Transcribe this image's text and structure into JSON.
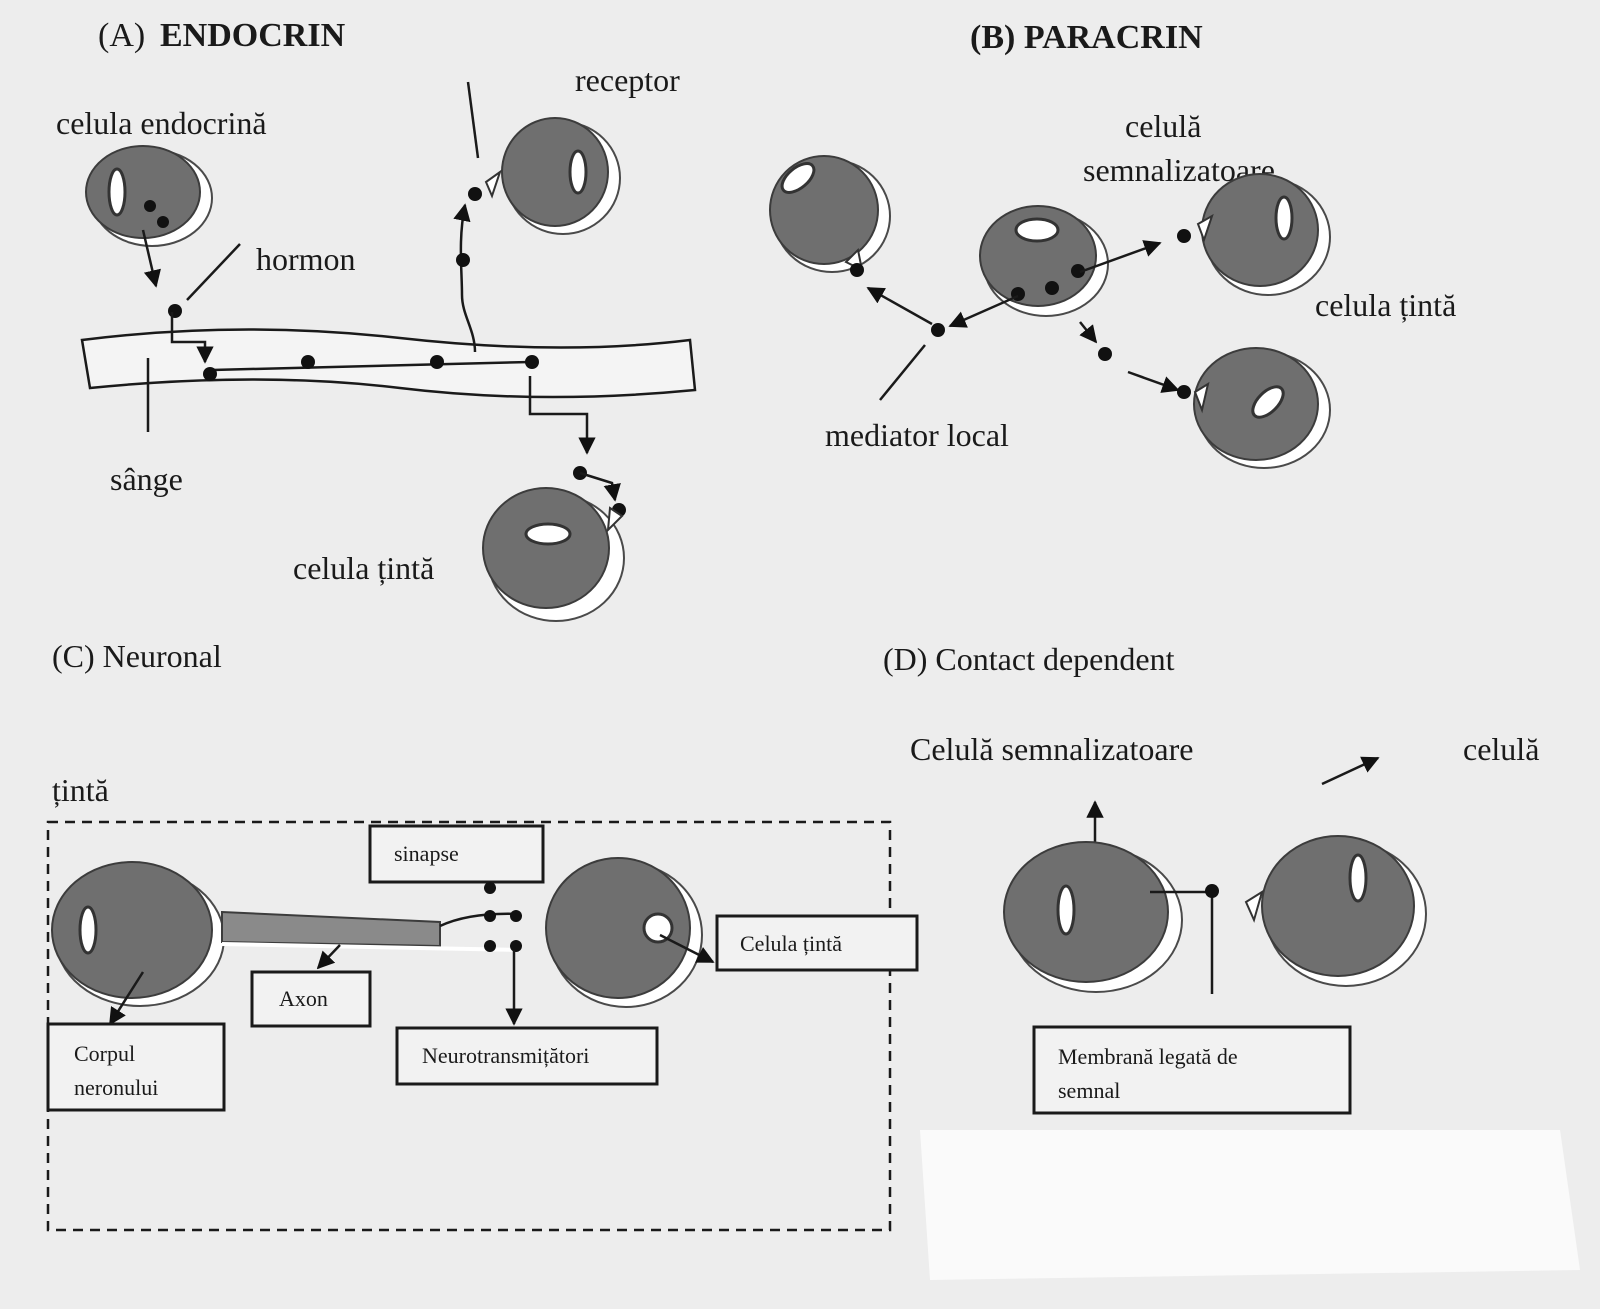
{
  "panel_a": {
    "label": "(A)",
    "title": "ENDOCRIN",
    "endocrine_cell": "celula endocrină",
    "hormone": "hormon",
    "receptor": "receptor",
    "blood": "sânge",
    "target_cell": "celula țintă"
  },
  "panel_b": {
    "title": "(B) PARACRIN",
    "signaling_cell_line1": "celulă",
    "signaling_cell_line2": "semnalizatoare",
    "target_cell": "celula țintă",
    "local_mediator": "mediator local"
  },
  "panel_c": {
    "title": "(C) Neuronal",
    "target_word": "țintă",
    "synapse": "sinapse",
    "axon": "Axon",
    "cell_body_line1": "Corpul",
    "cell_body_line2": "neronului",
    "neurotransmitters": "Neurotransmițători",
    "target_cell": "Celula țintă"
  },
  "panel_d": {
    "title": "(D) Contact dependent",
    "signaling_cell": "Celulă semnalizatoare",
    "cell_word": "celulă",
    "membrane_line1": "Membrană legată de",
    "membrane_line2": "semnal"
  },
  "colors": {
    "cell_fill": "#6f6f6f",
    "background": "#ededed"
  }
}
